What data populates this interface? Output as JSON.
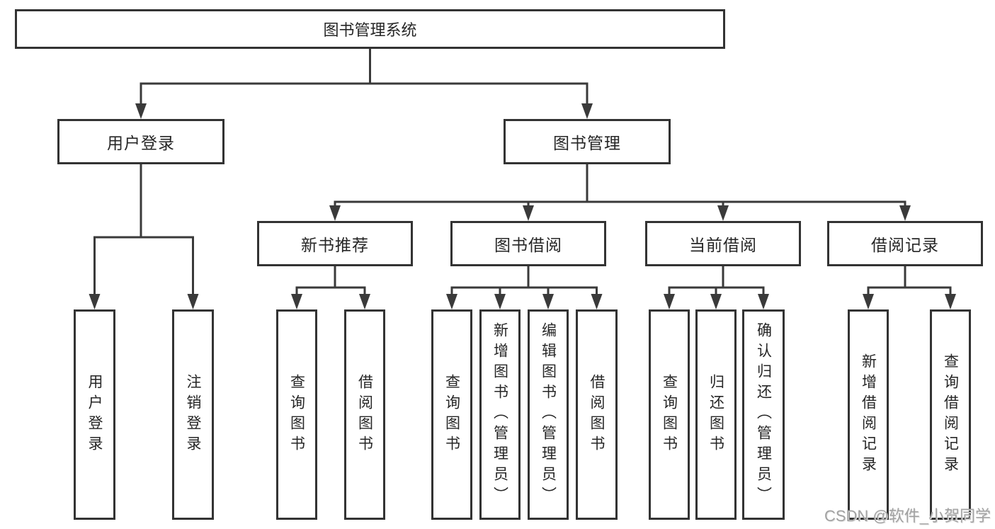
{
  "tree": {
    "root": {
      "label": "图书管理系统"
    },
    "user_login": {
      "label": "用户登录",
      "children": [
        {
          "label": "用户登录"
        },
        {
          "label": "注销登录"
        }
      ]
    },
    "book_mgmt": {
      "label": "图书管理",
      "sections": [
        {
          "label": "新书推荐",
          "children": [
            {
              "label": "查询图书"
            },
            {
              "label": "借阅图书"
            }
          ]
        },
        {
          "label": "图书借阅",
          "children": [
            {
              "label": "查询图书"
            },
            {
              "label": "新增图书（管理员）"
            },
            {
              "label": "编辑图书（管理员）"
            },
            {
              "label": "借阅图书"
            }
          ]
        },
        {
          "label": "当前借阅",
          "children": [
            {
              "label": "查询图书"
            },
            {
              "label": "归还图书"
            },
            {
              "label": "确认归还（管理员）"
            }
          ]
        },
        {
          "label": "借阅记录",
          "children": [
            {
              "label": "新增借阅记录"
            },
            {
              "label": "查询借阅记录"
            }
          ]
        }
      ]
    }
  },
  "watermark": "CSDN @软件_小贺同学",
  "colors": {
    "line": "#3a3a3a",
    "box_border": "#333333",
    "text": "#262626",
    "watermark": "#a2a2a2",
    "background": "#ffffff"
  }
}
